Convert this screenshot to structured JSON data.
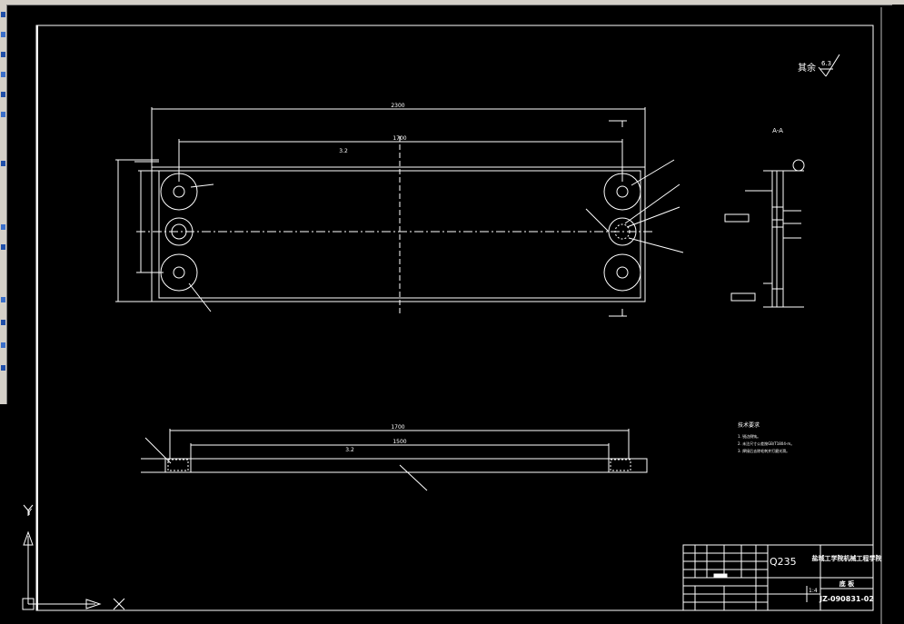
{
  "title_block": {
    "material": "Q235",
    "institution": "盐城工学院机械工程学院",
    "part_name": "底 板",
    "drawing_number": "JZ-090831-02",
    "scale": "1:4"
  },
  "surface_finish_note": {
    "label": "其余",
    "value": "6.3"
  },
  "section_view": {
    "label": "A-A"
  },
  "dimensions": {
    "overall_length": "2300",
    "hole_spacing": "1700",
    "surface_finish_top": "3.2",
    "bottom_length": "1700",
    "bottom_inner": "1500",
    "bottom_finish": "3.2"
  },
  "notes": {
    "heading": "技术要求",
    "lines": [
      "1. 锐边倒钝。",
      "2. 未注尺寸公差按GB/T1804-m。",
      "3. 焊接后去除毛刺并打磨光滑。"
    ]
  },
  "ucs": {
    "x_label": "X",
    "y_label": "Y"
  },
  "colors": {
    "background": "#000000",
    "lines": "#ffffff",
    "toolbar": "#d4d0c8"
  }
}
